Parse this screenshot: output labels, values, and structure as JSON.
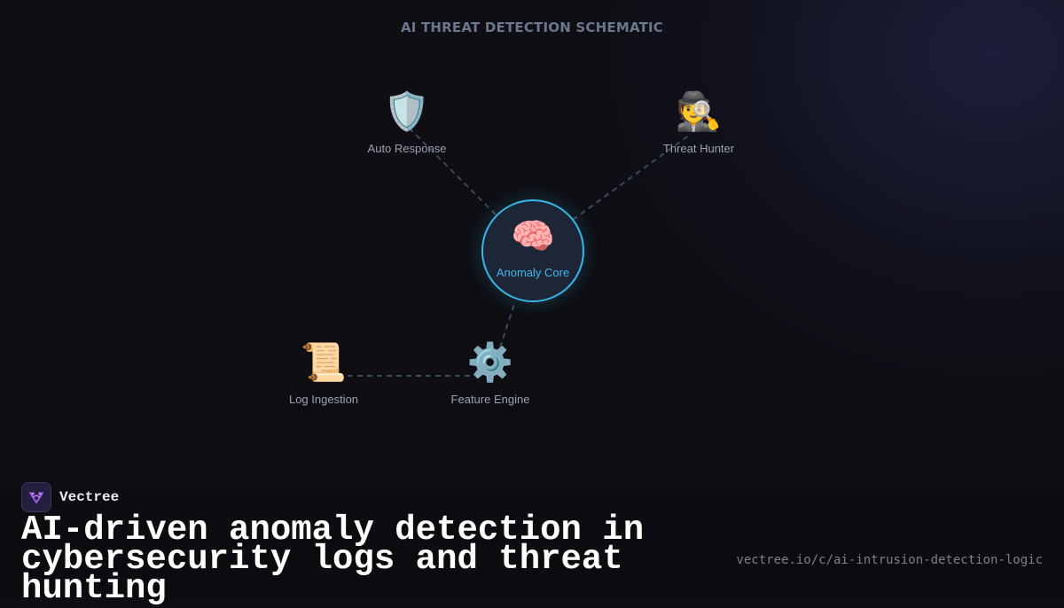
{
  "title": "AI THREAT DETECTION SCHEMATIC",
  "nodes": {
    "auto_response": {
      "label": "Auto Response",
      "icon": "🛡️",
      "icon_name": "shield-icon"
    },
    "threat_hunter": {
      "label": "Threat Hunter",
      "icon": "🕵️",
      "icon_name": "detective-icon"
    },
    "anomaly_core": {
      "label": "Anomaly Core",
      "icon": "🧠",
      "icon_name": "brain-icon"
    },
    "log_ingestion": {
      "label": "Log Ingestion",
      "icon": "📜",
      "icon_name": "scroll-icon"
    },
    "feature_engine": {
      "label": "Feature Engine",
      "icon": "⚙️",
      "icon_name": "gear-icon"
    }
  },
  "edges": [
    {
      "from": "log_ingestion",
      "to": "feature_engine",
      "style": "dashed"
    },
    {
      "from": "feature_engine",
      "to": "anomaly_core",
      "style": "dashed"
    },
    {
      "from": "anomaly_core",
      "to": "auto_response",
      "style": "dashed"
    },
    {
      "from": "anomaly_core",
      "to": "threat_hunter",
      "style": "dashed"
    }
  ],
  "colors": {
    "background": "#0e0e13",
    "core_border": "#38b6e8",
    "core_fill": "#1c2637",
    "edge": "#3b4a5e",
    "label": "#9aa2b3"
  },
  "brand": {
    "name": "Vectree",
    "logo_icon": "vectree-logo-icon"
  },
  "headline": "AI-driven anomaly detection in cybersecurity logs and threat hunting",
  "url": "vectree.io/c/ai-intrusion-detection-logic"
}
